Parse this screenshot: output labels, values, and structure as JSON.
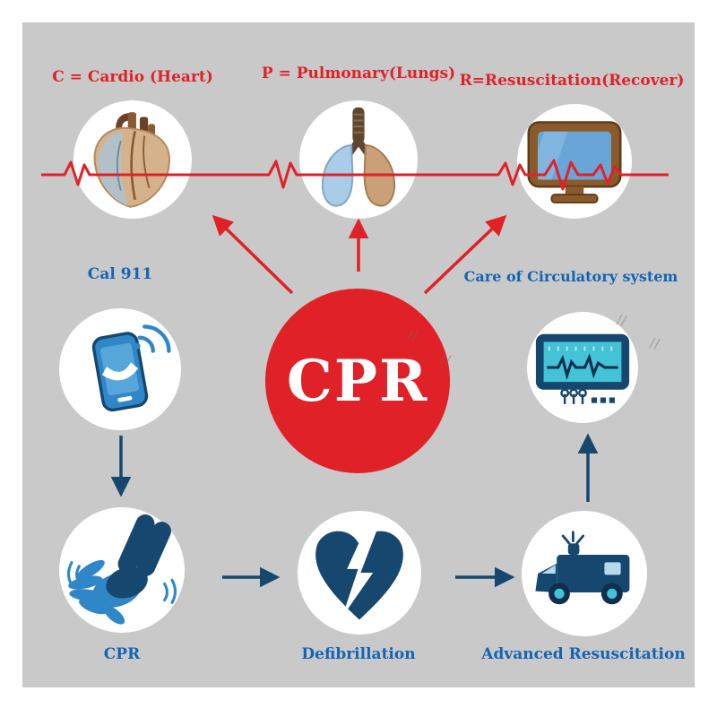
{
  "colors": {
    "background": "#c9c9c9",
    "frame": "#ffffff",
    "red": "#e02127",
    "blue_label": "#1464b4",
    "icon_blue": "#2f87c8",
    "icon_navy": "#16476f",
    "teal": "#45c3d6"
  },
  "top_items": [
    {
      "label": "C = Cardio (Heart)",
      "icon": "heart-icon"
    },
    {
      "label": "P = Pulmonary(Lungs)",
      "icon": "lungs-icon"
    },
    {
      "label": "R=Resuscitation(Recover)",
      "icon": "tv-monitor-icon"
    }
  ],
  "center": {
    "label": "CPR"
  },
  "call_item": {
    "label": "Cal 911",
    "icon": "phone-icon"
  },
  "care_item": {
    "label": "Care of Circulatory system",
    "icon": "ecg-monitor-icon"
  },
  "bottom_items": [
    {
      "label": "CPR",
      "icon": "cpr-hands-icon"
    },
    {
      "label": "Defibrillation",
      "icon": "broken-heart-icon"
    },
    {
      "label": "Advanced Resuscitation",
      "icon": "ambulance-icon"
    }
  ],
  "watermark": {
    "glyph": "//"
  }
}
